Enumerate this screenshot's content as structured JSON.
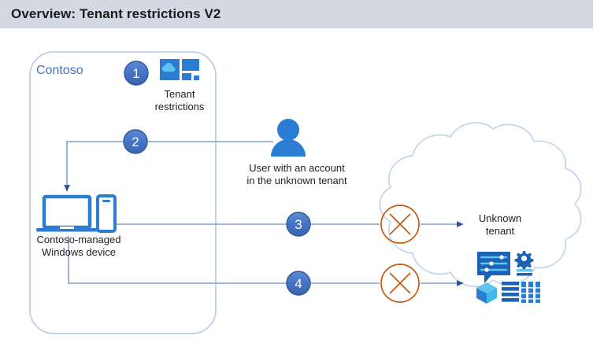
{
  "title": "Overview: Tenant restrictions V2",
  "colors": {
    "title_bar_bg": "#d3d9e3",
    "title_text": "#1b1b1b",
    "boundary_stroke": "#b7c7e8",
    "contoso_text": "#4472c4",
    "step_circle_fill": "#4472c4",
    "step_circle_stroke": "#2f5597",
    "step_number_text": "#ffffff",
    "connector_line": "#7f9fd4",
    "arrow_fill": "#2f5597",
    "block_circle_stroke": "#c55a11",
    "cloud_stroke": "#c6d5f0",
    "icon_blue": "#2b7cd3",
    "icon_blue_dark": "#1d63b5",
    "icon_cyan": "#41c6f2",
    "label_text": "#1f1f1f"
  },
  "boundary": {
    "name": "Contoso",
    "label": "Contoso"
  },
  "cloud": {
    "name": "unknown-tenant-cloud"
  },
  "nodes": [
    {
      "id": "tenant-restrictions",
      "icon": "tenant-restrictions-icon",
      "label": "Tenant\nrestrictions"
    },
    {
      "id": "user",
      "icon": "user-person-icon",
      "label": "User with an account\nin the unknown tenant"
    },
    {
      "id": "device",
      "icon": "laptop-and-phone-icon",
      "label": "Contoso-managed\nWindows device"
    },
    {
      "id": "unknown-tenant",
      "icon": "unknown-tenant-text",
      "label": "Unknown\ntenant"
    },
    {
      "id": "cloud-services",
      "icon": "cloud-services-icon",
      "label": ""
    }
  ],
  "steps": [
    {
      "number": "1",
      "name": "step-1-marker"
    },
    {
      "number": "2",
      "name": "step-2-marker"
    },
    {
      "number": "3",
      "name": "step-3-marker"
    },
    {
      "number": "4",
      "name": "step-4-marker"
    }
  ],
  "blocks": [
    {
      "id": "block-1",
      "name": "blocked-x-icon-top",
      "symbol": "x-circle"
    },
    {
      "id": "block-2",
      "name": "blocked-x-icon-bottom",
      "symbol": "x-circle"
    }
  ]
}
